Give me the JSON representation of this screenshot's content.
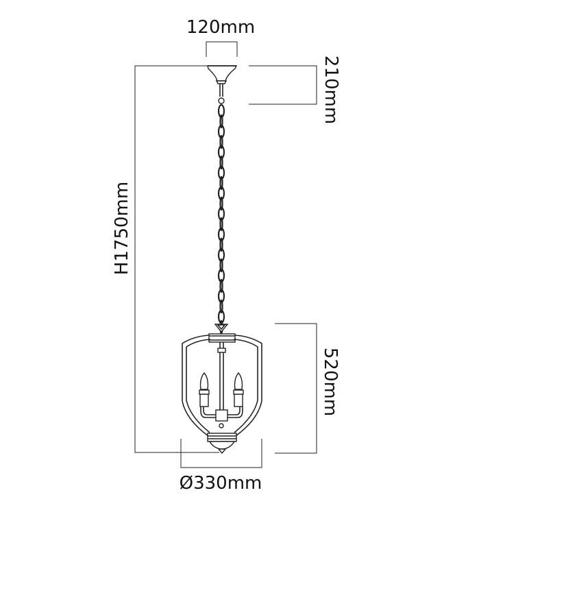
{
  "dimensions": {
    "canopy_width": "120mm",
    "canopy_height": "210mm",
    "total_height": "H1750mm",
    "body_height": "520mm",
    "diameter": "Ø330mm"
  },
  "colors": {
    "line": "#222222",
    "text": "#111111",
    "background": "#ffffff"
  }
}
